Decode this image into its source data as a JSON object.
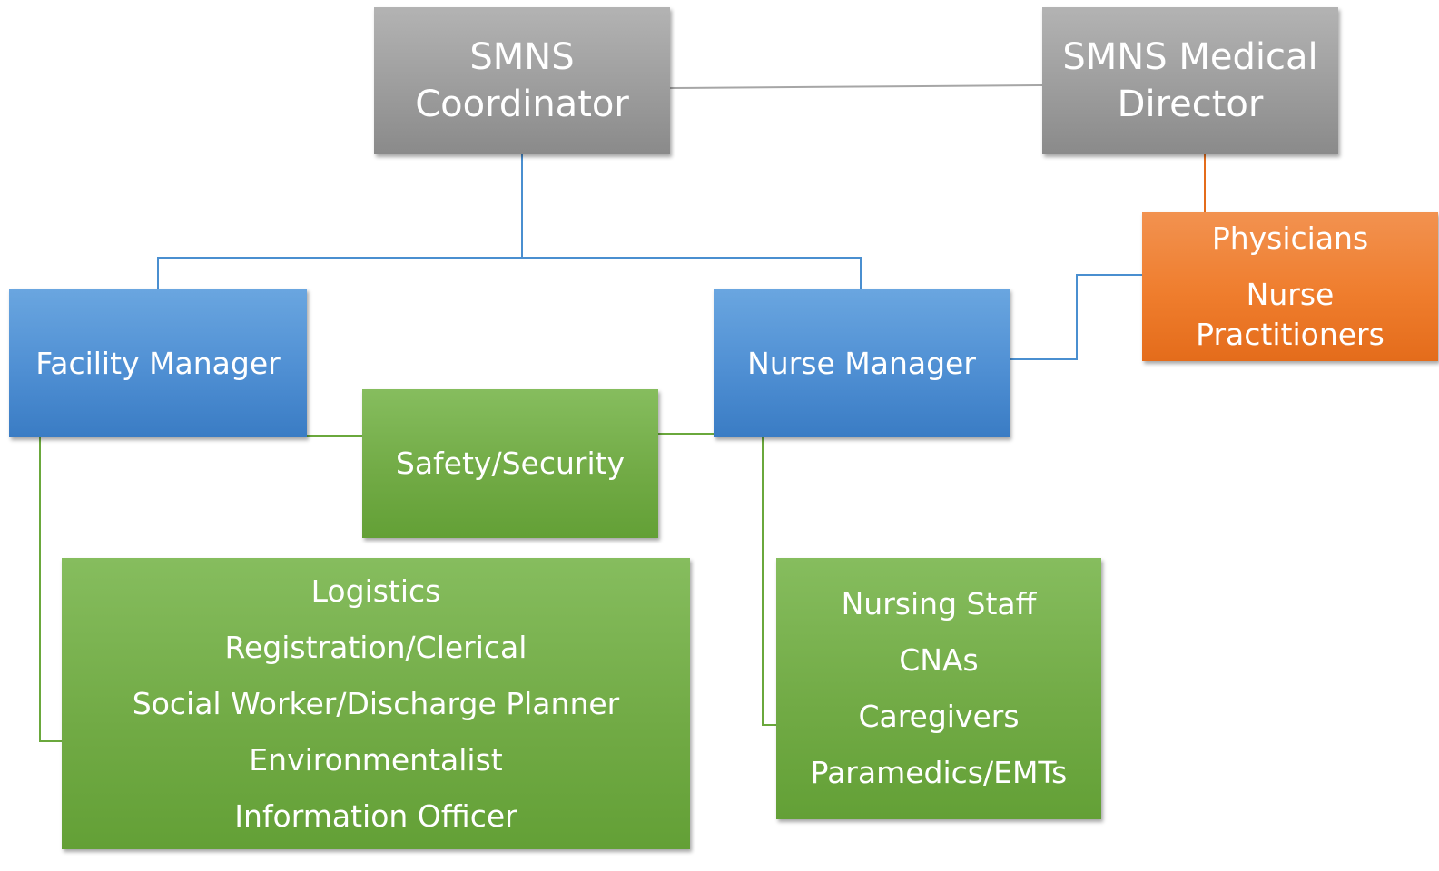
{
  "nodes": {
    "smns_coordinator": [
      "SMNS",
      "Coordinator"
    ],
    "smns_medical_director": [
      "SMNS Medical",
      "Director"
    ],
    "physicians": "Physicians",
    "nurse_practitioners": [
      "Nurse",
      "Practitioners"
    ],
    "facility_manager": "Facility Manager",
    "nurse_manager": "Nurse Manager",
    "safety_security": "Safety/Security",
    "facility_staff": [
      "Logistics",
      "Registration/Clerical",
      "Social Worker/Discharge Planner",
      "Environmentalist",
      "Information Officer"
    ],
    "nursing_staff": [
      "Nursing Staff",
      "CNAs",
      "Caregivers",
      "Paramedics/EMTs"
    ]
  },
  "colors": {
    "executive": "#9d9d9d",
    "manager": "#4f8fd3",
    "staff": "#72ab46",
    "medical": "#ef7d2d",
    "line_gray": "#a6a6a6",
    "line_blue": "#4a8fd0",
    "line_green": "#6aa83c",
    "line_orange": "#e46c1b"
  }
}
